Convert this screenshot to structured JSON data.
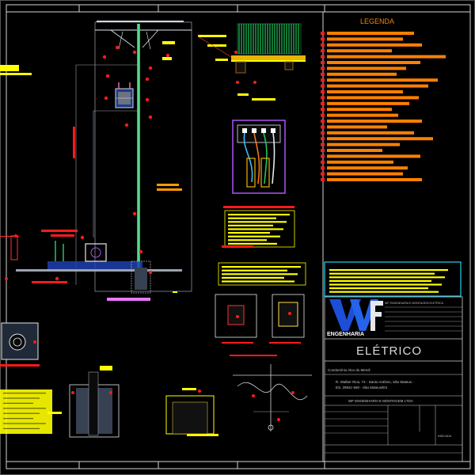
{
  "legend": {
    "title": "LEGENDA",
    "item_count": 26
  },
  "title_block": {
    "company_text": "ENGENHARIA",
    "discipline": "ELÉTRICO",
    "project_name": "Condomínio Alvo do Mervil",
    "address_line1": "R. Walber Rios, 74 - Santo Antônio, São Mateus -",
    "address_line2": "ES, 29941-560 - São Mateus/ES",
    "contractor": "WF ENGENHARIA E MONTAGEM LTDA",
    "company_header": "WF ENGENHARIA E MONTAGEM ELETRICA",
    "sheet_label": "INDICADA"
  },
  "colors": {
    "background": "#000000",
    "frame": "#cfcfcf",
    "callout": "#ffff00",
    "legend_bar": "#ff8000",
    "marker": "#ff1a1a",
    "pole": "#22c55e",
    "ground": "#9ca3af",
    "conduit": "#e879f9",
    "logo": "#1d4ed8",
    "highlight_box": "#22d3ee"
  }
}
